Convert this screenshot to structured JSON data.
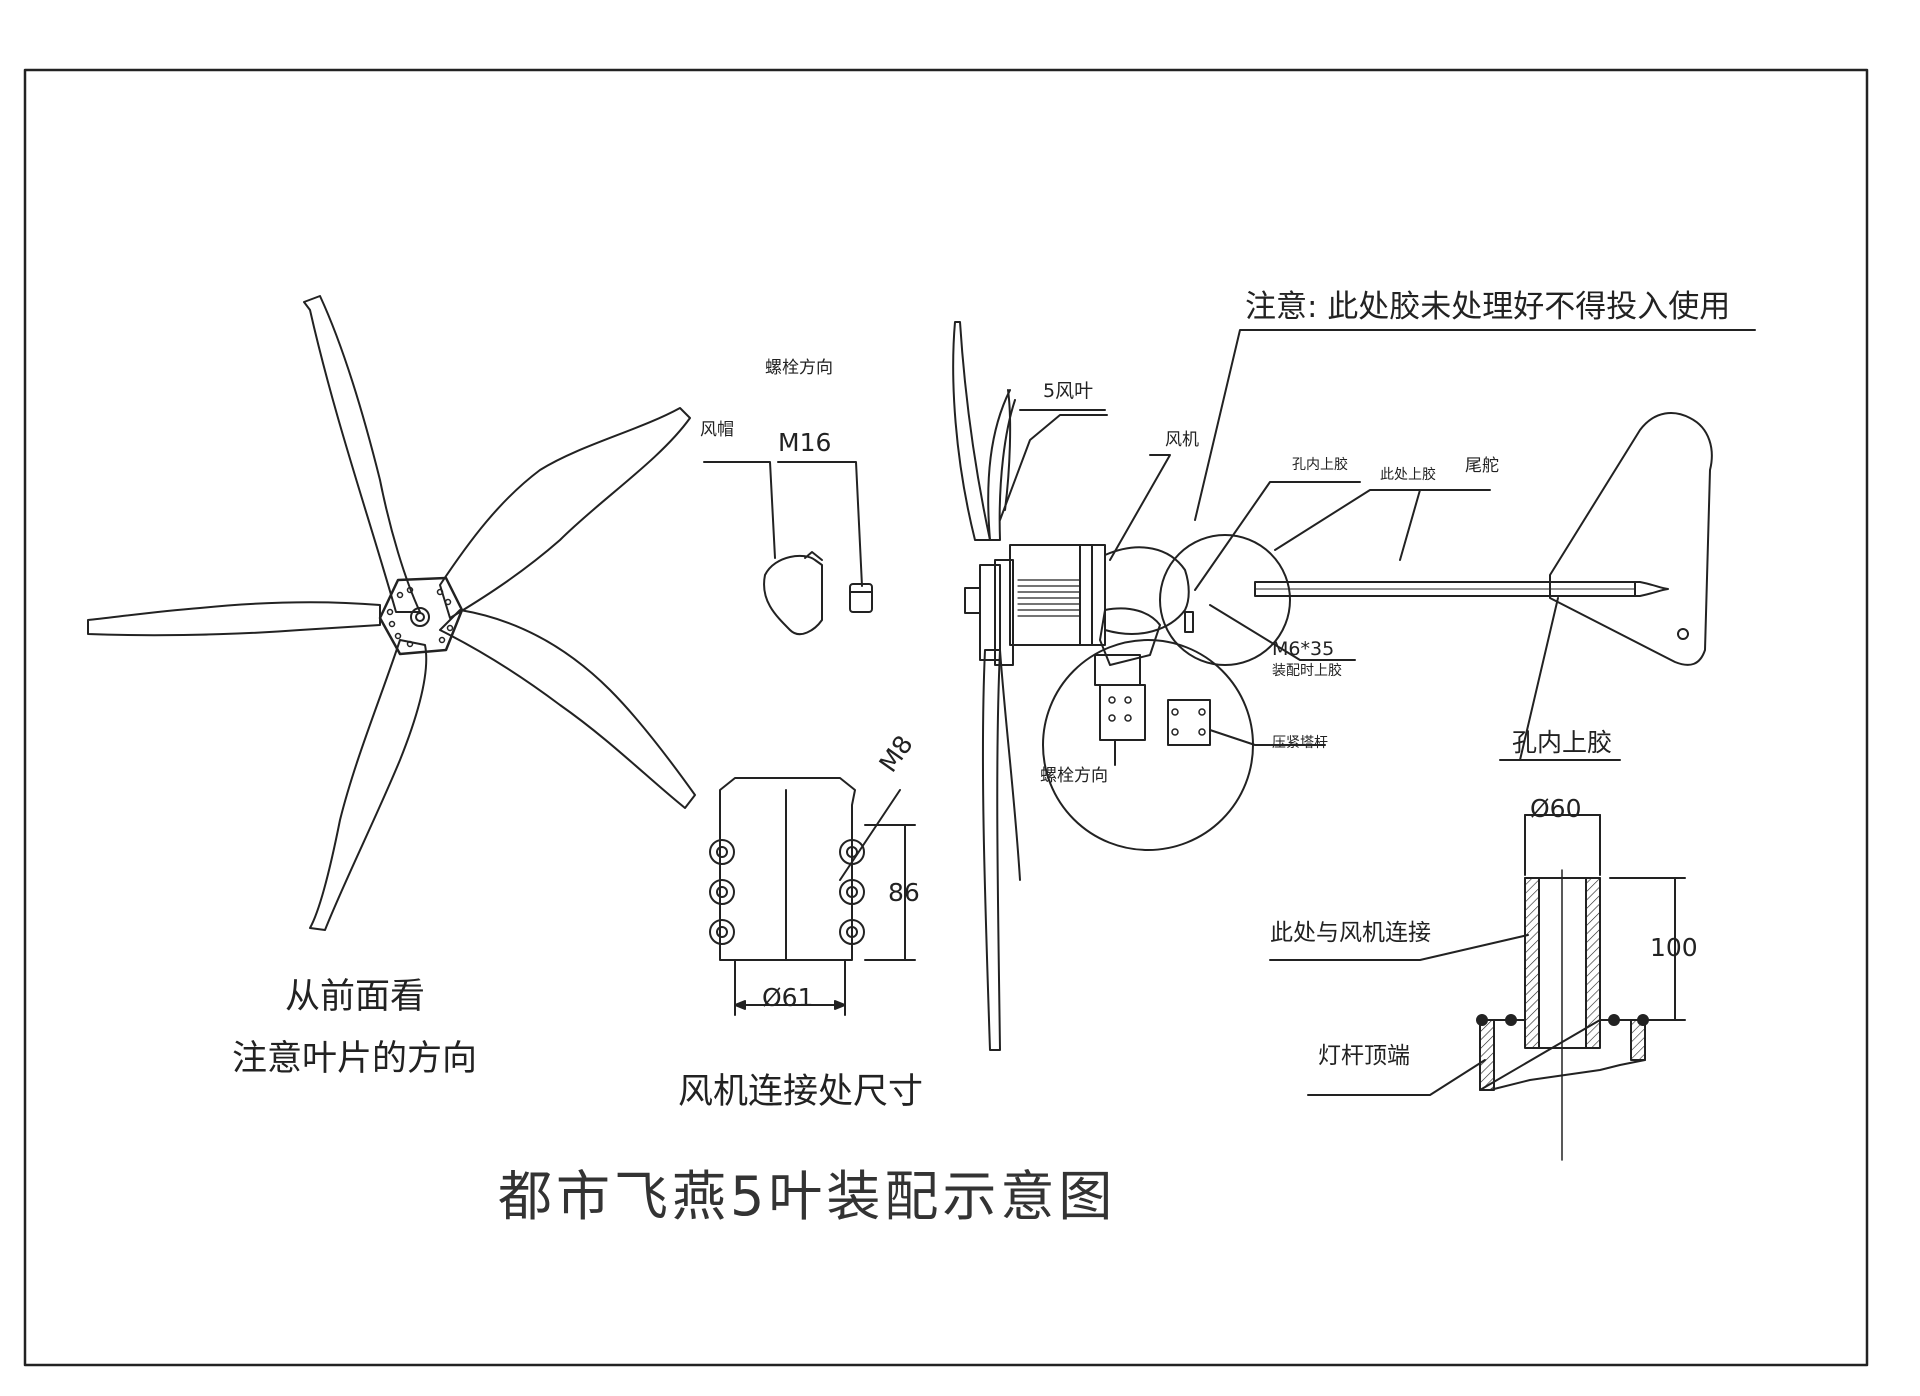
{
  "labels": {
    "bolt_dir_top": "螺栓方向",
    "hood": "风帽",
    "m16": "M16",
    "blades5": "5风叶",
    "turbine": "风机",
    "warning": "注意: 此处胶未处理好不得投入使用",
    "glue_in_hole_1": "孔内上胶",
    "glue_here": "此处上胶",
    "tail": "尾舵",
    "m6": "M6*35",
    "glue_on_assembly": "装配时上胶",
    "clamp_pole": "压紧塔杆",
    "bolt_dir_bottom": "螺栓方向",
    "glue_in_hole_2": "孔内上胶",
    "m8": "M8",
    "dim86": "86",
    "dim61": "Ø61",
    "dim60": "Ø60",
    "dim100": "100",
    "connect_turbine": "此处与风机连接",
    "pole_top": "灯杆顶端",
    "front_view_1": "从前面看",
    "front_view_2": "注意叶片的方向",
    "conn_dims": "风机连接处尺寸",
    "title": "都市飞燕5叶装配示意图"
  },
  "colors": {
    "ink": "#222222",
    "paper": "#ffffff"
  }
}
